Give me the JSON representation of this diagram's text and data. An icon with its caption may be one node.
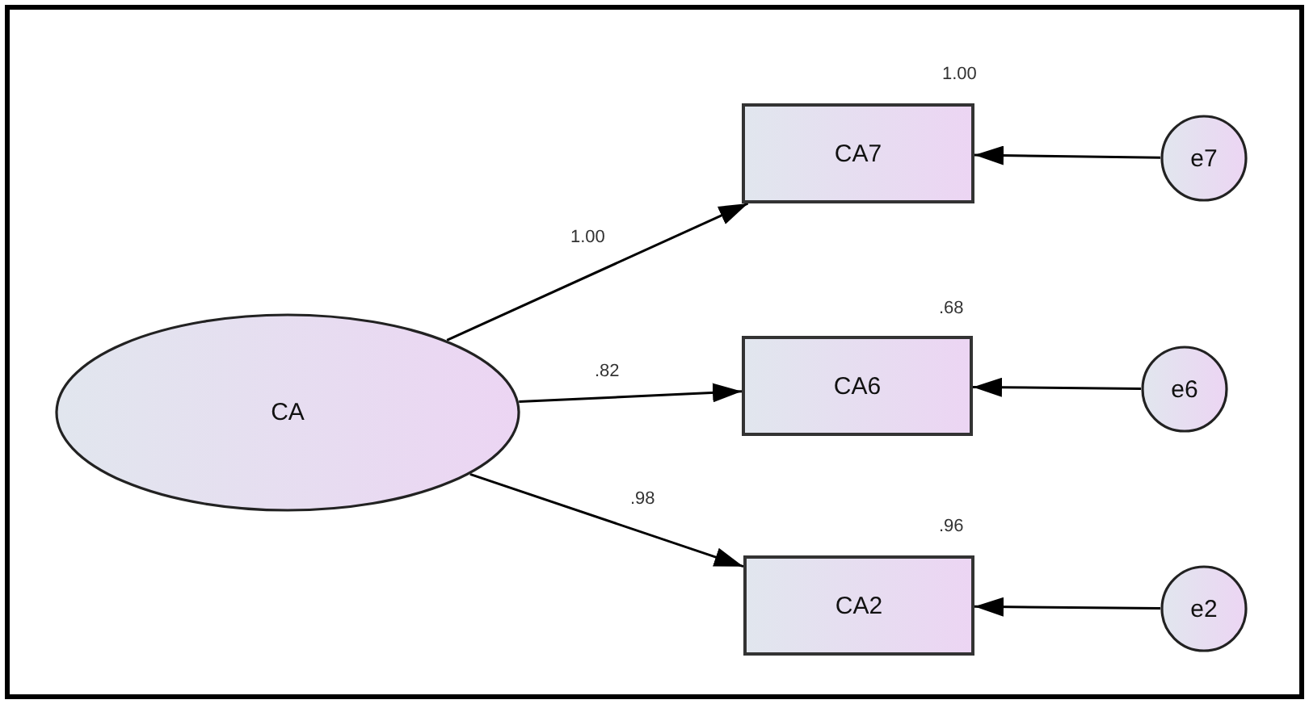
{
  "diagram": {
    "nodes": [
      {
        "text": [
          "CA"
        ]
      },
      {
        "text": [
          "CA7"
        ],
        "beside": [
          "1.00"
        ]
      },
      {
        "text": [
          "e7"
        ]
      },
      {
        "text": [
          "CA6"
        ],
        "beside": [
          ".68"
        ]
      },
      {
        "text": [
          "e6"
        ]
      },
      {
        "text": [
          "CA2"
        ],
        "beside": [
          ".96"
        ]
      },
      {
        "text": [
          "e2"
        ]
      }
    ],
    "edges": [
      {
        "from": 0,
        "to": 1,
        "arrow": "to",
        "label": "1.00"
      },
      {
        "from": 0,
        "to": 3,
        "arrow": "to",
        "label": ".82"
      },
      {
        "from": 0,
        "to": 5,
        "arrow": "to",
        "label": ".98"
      },
      {
        "from": 2,
        "to": 1,
        "arrow": "to"
      },
      {
        "from": 4,
        "to": 3,
        "arrow": "to"
      },
      {
        "from": 6,
        "to": 5,
        "arrow": "to"
      }
    ]
  }
}
